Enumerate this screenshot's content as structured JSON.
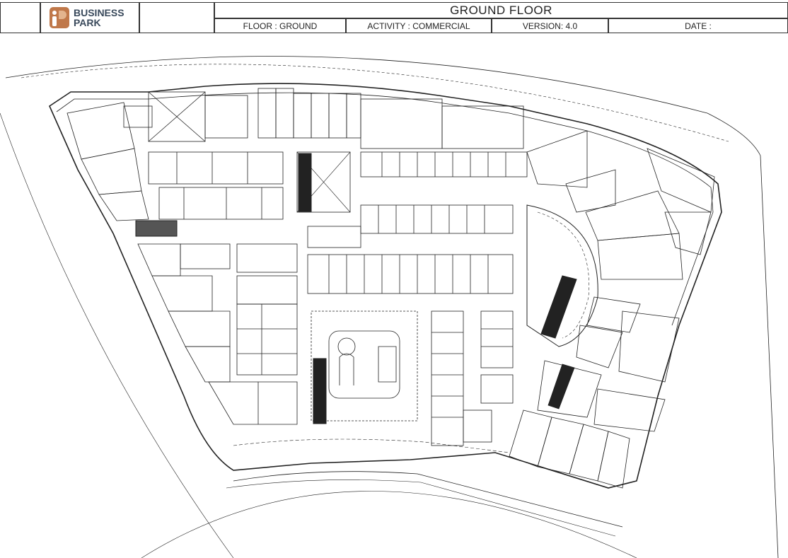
{
  "header": {
    "brand_line1": "BUSINESS",
    "brand_line2": "PARK",
    "title": "GROUND FLOOR",
    "floor": "FLOOR : GROUND",
    "activity": "ACTIVITY :  COMMERCIAL",
    "version": "VERSION: 4.0",
    "date": "DATE :"
  },
  "colors": {
    "logo_primary": "#c0784a",
    "logo_secondary": "#e3b48e",
    "brand_text": "#3a4a5c",
    "line": "#222222"
  },
  "icons": [
    "business-park-logo-icon"
  ]
}
